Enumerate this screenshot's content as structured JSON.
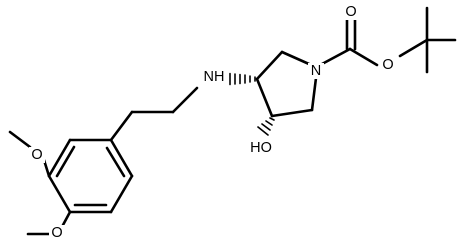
{
  "diagram": {
    "type": "chemical-structure",
    "atom_labels": {
      "o_carbonyl": "O",
      "o_ester": "O",
      "n_ring": "N",
      "n_amine": "NH",
      "o_hydroxyl": "HO",
      "o_methoxy_top": "O",
      "o_methoxy_bottom": "O"
    },
    "colors": {
      "bond": "#000000",
      "background": "#ffffff"
    }
  }
}
